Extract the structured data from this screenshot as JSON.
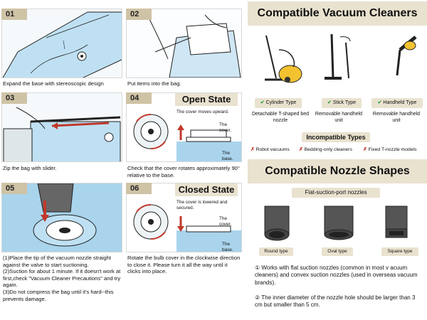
{
  "steps": [
    {
      "num": "01",
      "caption": "Expand the base with stereoscopic design"
    },
    {
      "num": "02",
      "caption": "Put items into the bag."
    },
    {
      "num": "03",
      "caption": "Zip the bag with slider."
    },
    {
      "num": "04",
      "caption": "Check that the cover rotates approximately 90° relative to the base.",
      "state_title": "Open State",
      "state_text": "The cover moves upward.",
      "cover_label": "The cover.",
      "base_label": "The base."
    },
    {
      "num": "05",
      "caption_lines": [
        "(1)Place the tip of the vacuum nozzle straight against the valve to start suctioning.",
        "(2)Suction for about 1 minute. If it doesn't work at first,check \"Vacuum Cleaner Precautions\" and try again.",
        "(3)Do not compress the bag until it's hard--this prevents damage."
      ]
    },
    {
      "num": "06",
      "caption": "Rotate the bulb cover in the clockwise direction to close it. Please turn it all the way until it clicks into place.",
      "state_title": "Closed State",
      "state_text": "The cover is lowered and secured.",
      "cover_label": "The cover.",
      "base_label": "The base."
    }
  ],
  "vacuum": {
    "title": "Compatible Vacuum Cleaners",
    "types": [
      {
        "label": "Cylinder Type",
        "desc": "Detachable T-shaped bed nozzle"
      },
      {
        "label": "Stick Type",
        "desc": "Removable handheld unit"
      },
      {
        "label": "Handheld Type",
        "desc": "Removable handheld unit"
      }
    ],
    "incompatible_title": "Incompatible Types",
    "incompatible": [
      "Robot vacuums",
      "Bedding-only cleaners",
      "Fixed T-nozzle models"
    ]
  },
  "nozzle": {
    "title": "Compatible Nozzle Shapes",
    "subtitle": "Flat-suction-port nozzles",
    "types": [
      "Round type",
      "Oval type",
      "Square type"
    ],
    "note1": "① Works with flat suction nozzles (common in most v acuum cleaners) and convex suction nozzles (used in overseas vacuum brands).",
    "note2": "② The inner diameter of the nozzle hole should be larger than 3 cm but smaller than 5 cm."
  },
  "colors": {
    "accent": "#cfc3a6",
    "light_accent": "#e9e2cf",
    "blue": "#a9d4ec",
    "red": "#c0392b",
    "green": "#2ea043"
  }
}
